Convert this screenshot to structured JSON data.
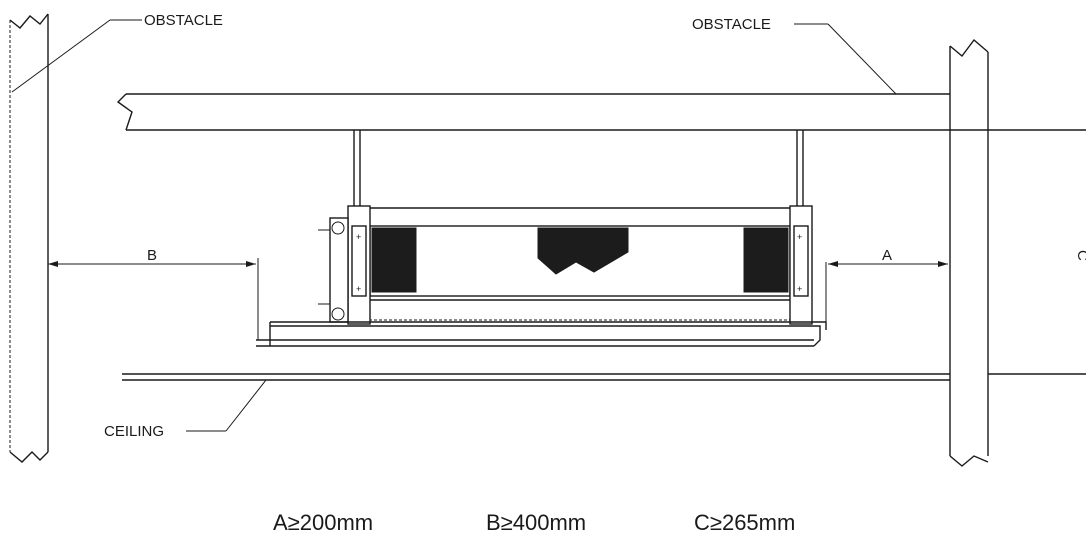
{
  "labels": {
    "obstacle_left": "OBSTACLE",
    "obstacle_top": "OBSTACLE",
    "ceiling": "CEILING",
    "dim_a": "A",
    "dim_b": "B",
    "dim_c": "C"
  },
  "requirements": {
    "a": "A≥200mm",
    "b": "B≥400mm",
    "c": "C≥265mm"
  }
}
